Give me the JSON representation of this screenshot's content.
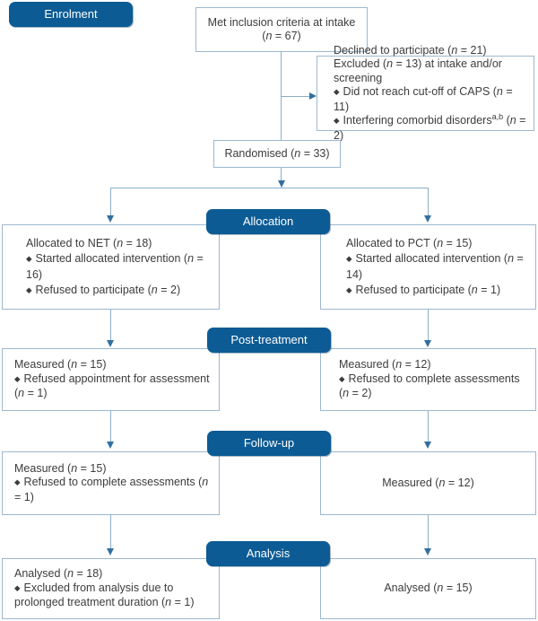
{
  "glyphs": {
    "bullet": "◆"
  },
  "colors": {
    "pill_bg": "#0c5b94",
    "pill_text": "#ffffff",
    "box_border": "#9cb8d0",
    "line": "#8aaec9",
    "arrowhead": "#336f9f",
    "text": "#3c3c3c"
  },
  "stages": {
    "enrolment": "Enrolment",
    "allocation": "Allocation",
    "post_treatment": "Post-treatment",
    "follow_up": "Follow-up",
    "analysis": "Analysis"
  },
  "boxes": {
    "intake": {
      "line1": "Met inclusion criteria at intake",
      "line2": "(*n* = 67)"
    },
    "excluded": {
      "line1": "Declined to participate (*n* = 21)",
      "line2": "Excluded (*n* = 13) at intake and/or screening",
      "bullet1": "Did not reach cut-off of CAPS (*n* = 11)",
      "bullet2": "Interfering comorbid disorders^{a,b} (*n* = 2)"
    },
    "randomised": {
      "line1": "Randomised (*n* = 33)"
    },
    "alloc_net": {
      "line1": "Allocated to NET (*n* = 18)",
      "bullet1": "Started allocated intervention (*n* = 16)",
      "bullet2": "Refused to participate (*n* = 2)"
    },
    "alloc_pct": {
      "line1": "Allocated to PCT (*n* = 15)",
      "bullet1": "Started allocated intervention (*n* = 14)",
      "bullet2": "Refused to participate (*n* = 1)"
    },
    "post_net": {
      "line1": "Measured (*n* = 15)",
      "bullet1": "Refused appointment for assessment (*n* = 1)"
    },
    "post_pct": {
      "line1": "Measured  (*n* = 12)",
      "bullet1": "Refused to complete assessments (*n* = 2)"
    },
    "follow_net": {
      "line1": "Measured (*n* = 15)",
      "bullet1": "Refused to complete assessments (*n* = 1)"
    },
    "follow_pct": {
      "line1": "Measured (*n* = 12)"
    },
    "analysis_net": {
      "line1": "Analysed  (*n* = 18)",
      "bullet1": "Excluded from analysis due to prolonged treatment duration (*n* = 1)"
    },
    "analysis_pct": {
      "line1": "Analysed  (*n* = 15)"
    }
  }
}
